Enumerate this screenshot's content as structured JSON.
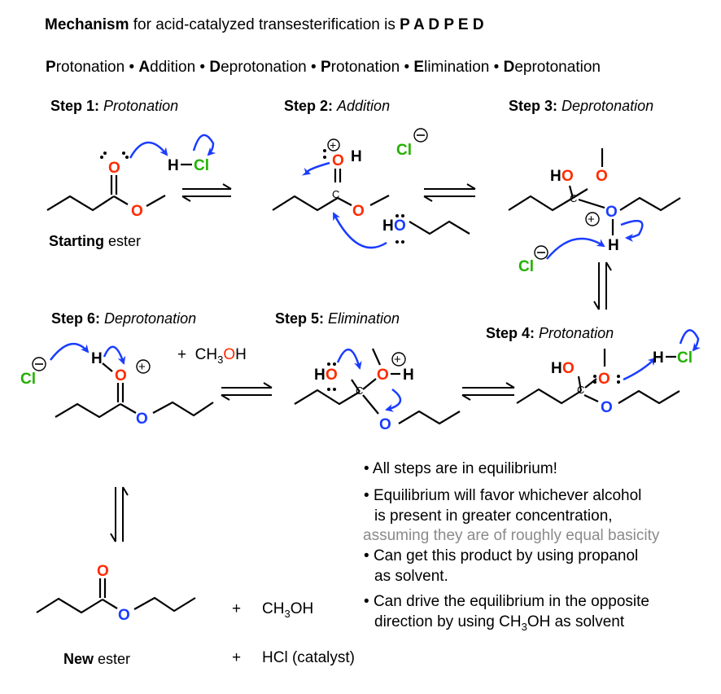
{
  "header": {
    "title_bold": "Mechanism",
    "title_rest": " for acid-catalyzed transesterification is ",
    "title_code": "P A D P E D"
  },
  "acronym": [
    {
      "initial": "P",
      "rest": "rotonation"
    },
    {
      "initial": "A",
      "rest": "ddition"
    },
    {
      "initial": "D",
      "rest": "eprotonation"
    },
    {
      "initial": "P",
      "rest": "rotonation"
    },
    {
      "initial": "E",
      "rest": "limination"
    },
    {
      "initial": "D",
      "rest": "eprotonation"
    }
  ],
  "separator": " • ",
  "steps": [
    {
      "label": "Step 1:",
      "name": "Protonation"
    },
    {
      "label": "Step 2:",
      "name": "Addition"
    },
    {
      "label": "Step 3:",
      "name": "Deprotonation"
    },
    {
      "label": "Step 4:",
      "name": "Protonation"
    },
    {
      "label": "Step 5:",
      "name": "Elimination"
    },
    {
      "label": "Step 6:",
      "name": "Deprotonation"
    }
  ],
  "starting_ester": {
    "bold": "Starting",
    "rest": " ester"
  },
  "new_ester": {
    "bold": "New",
    "rest": " ester"
  },
  "plus": "+",
  "ch3oh": {
    "a": "CH",
    "sub": "3",
    "b": "OH"
  },
  "catalyst": "HCl (catalyst)",
  "notes": [
    {
      "bullet": "•",
      "lines": [
        "All steps are in equilibrium!"
      ]
    },
    {
      "bullet": "•",
      "lines": [
        "Equilibrium will favor whichever alcohol",
        "is present in greater concentration,"
      ],
      "gray_line": "assuming they are of roughly equal basicity"
    },
    {
      "bullet": "•",
      "lines": [
        "Can get this product by using propanol",
        "as solvent."
      ]
    },
    {
      "bullet": "•",
      "lines": [
        "Can drive the equilibrium in the opposite"
      ],
      "last_a": "direction by using CH",
      "last_sub": "3",
      "last_b": "OH as solvent"
    }
  ],
  "atoms": {
    "O": "O",
    "H": "H",
    "Cl": "Cl",
    "HO": "HO",
    "C": "C",
    "plus": "+",
    "minus": "−"
  },
  "colors": {
    "oxygen_red": "#ff2a00",
    "oxygen_blue": "#1a3cff",
    "chlorine": "#22b000",
    "arrow": "#1a3cff",
    "note_gray": "#8a8a8a"
  }
}
